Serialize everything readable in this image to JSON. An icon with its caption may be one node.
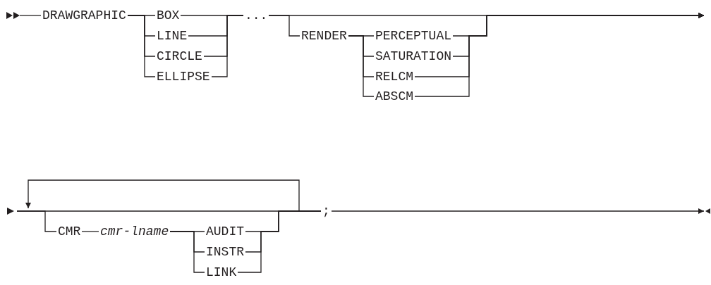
{
  "diagram": {
    "nodes": [
      {
        "text": [
          "DRAWGRAPHIC"
        ]
      },
      {
        "text": [
          "BOX"
        ]
      },
      {
        "text": [
          "LINE"
        ]
      },
      {
        "text": [
          "CIRCLE"
        ]
      },
      {
        "text": [
          "ELLIPSE"
        ]
      },
      {
        "text": [
          "..."
        ]
      },
      {
        "text": [
          "RENDER"
        ]
      },
      {
        "text": [
          "PERCEPTUAL"
        ]
      },
      {
        "text": [
          "SATURATION"
        ]
      },
      {
        "text": [
          "RELCM"
        ]
      },
      {
        "text": [
          "ABSCM"
        ]
      },
      {
        "text": [
          "CMR"
        ]
      },
      {
        "text": [
          "cmr-lname"
        ]
      },
      {
        "text": [
          "AUDIT"
        ]
      },
      {
        "text": [
          "INSTR"
        ]
      },
      {
        "text": [
          "LINK"
        ]
      },
      {
        "text": [
          ";"
        ]
      }
    ],
    "edges": [
      {
        "from": null,
        "to": 0,
        "arrow": "none"
      },
      {
        "from": 0,
        "to": 1,
        "arrow": "none"
      },
      {
        "from": 0,
        "to": 2,
        "arrow": "none"
      },
      {
        "from": 0,
        "to": 3,
        "arrow": "none"
      },
      {
        "from": 0,
        "to": 4,
        "arrow": "none"
      },
      {
        "from": 1,
        "to": 5,
        "arrow": "none"
      },
      {
        "from": 2,
        "to": 5,
        "arrow": "none"
      },
      {
        "from": 3,
        "to": 5,
        "arrow": "none"
      },
      {
        "from": 4,
        "to": 5,
        "arrow": "none"
      },
      {
        "from": 5,
        "to": 6,
        "arrow": "none"
      },
      {
        "from": 5,
        "to": null,
        "arrow": "to"
      },
      {
        "from": 6,
        "to": 7,
        "arrow": "none"
      },
      {
        "from": 6,
        "to": 8,
        "arrow": "none"
      },
      {
        "from": 6,
        "to": 9,
        "arrow": "none"
      },
      {
        "from": 6,
        "to": 10,
        "arrow": "none"
      },
      {
        "from": 7,
        "to": null,
        "arrow": "to"
      },
      {
        "from": 8,
        "to": null,
        "arrow": "to"
      },
      {
        "from": 9,
        "to": null,
        "arrow": "to"
      },
      {
        "from": 10,
        "to": null,
        "arrow": "to"
      },
      {
        "from": null,
        "to": 11,
        "arrow": "none"
      },
      {
        "from": null,
        "to": 16,
        "arrow": "none"
      },
      {
        "from": 11,
        "to": 12,
        "arrow": "none"
      },
      {
        "from": 12,
        "to": 13,
        "arrow": "none"
      },
      {
        "from": 12,
        "to": 14,
        "arrow": "none"
      },
      {
        "from": 12,
        "to": 15,
        "arrow": "none"
      },
      {
        "from": 13,
        "to": 16,
        "arrow": "none"
      },
      {
        "from": 14,
        "to": 16,
        "arrow": "none"
      },
      {
        "from": 15,
        "to": 16,
        "arrow": "none"
      },
      {
        "from": 16,
        "to": null,
        "arrow": "to"
      },
      {
        "from": 16,
        "to": null,
        "arrow": "to"
      }
    ]
  }
}
